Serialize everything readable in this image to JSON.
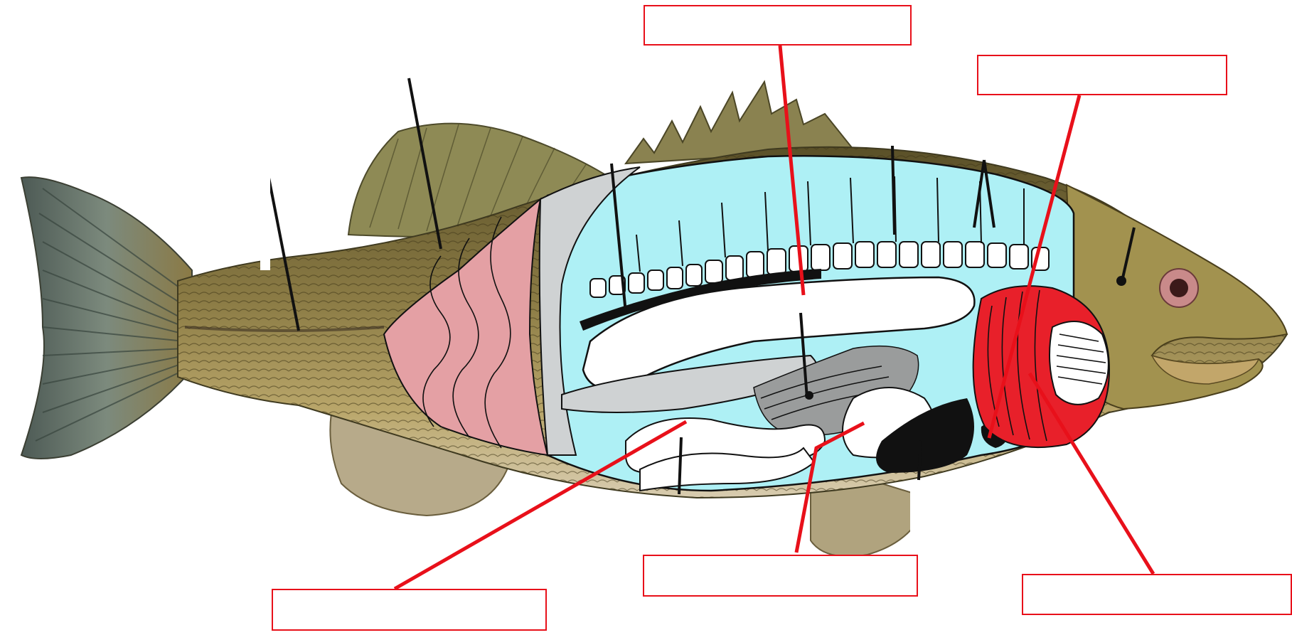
{
  "diagram": {
    "labels": [
      {
        "id": "top-center",
        "text": ""
      },
      {
        "id": "top-right",
        "text": ""
      },
      {
        "id": "bottom-left",
        "text": ""
      },
      {
        "id": "bottom-center",
        "text": ""
      },
      {
        "id": "bottom-right",
        "text": ""
      }
    ],
    "colors": {
      "body_cavity": "#aef0f5",
      "muscle": "#e59aa0",
      "gill": "#e8202a",
      "pointer_line": "#e8101a",
      "fish_skin": "#8a7a45",
      "fins": "#a9a27a"
    }
  }
}
